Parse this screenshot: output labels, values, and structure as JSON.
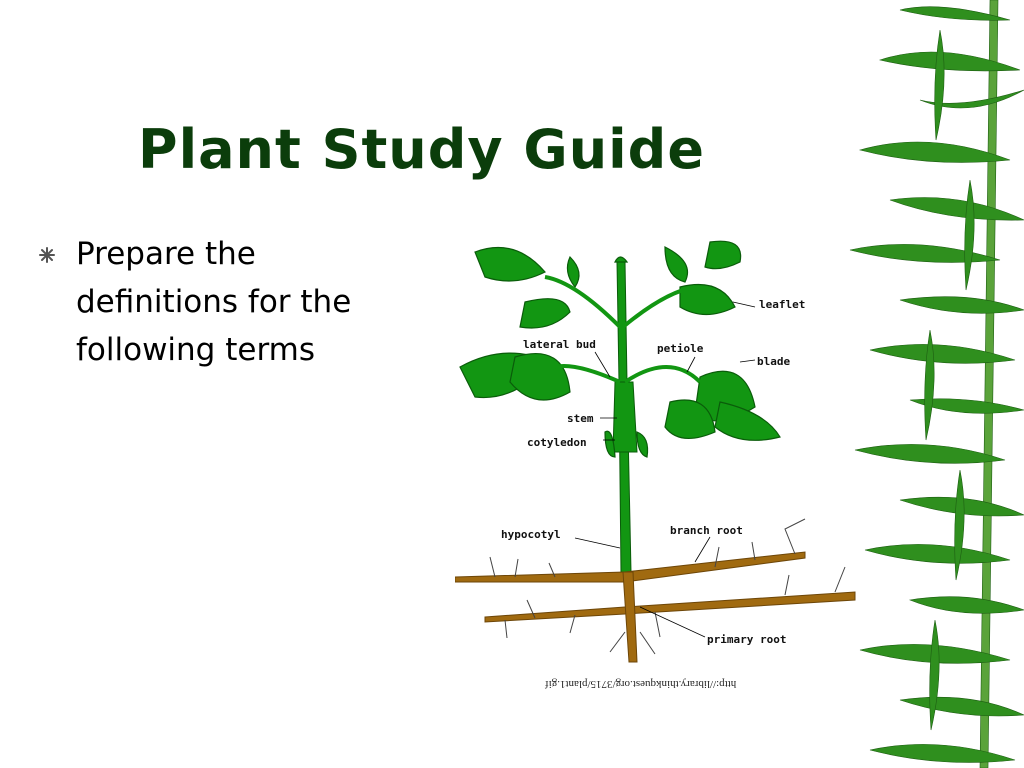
{
  "slide": {
    "title": "Plant Study Guide",
    "bullet": {
      "icon": "asterisk-bullet-icon",
      "text": "Prepare the definitions for the following terms"
    },
    "diagram": {
      "labels": {
        "leaflet": "leaflet",
        "lateral_bud": "lateral bud",
        "petiole": "petiole",
        "blade": "blade",
        "stem": "stem",
        "cotyledon": "cotyledon",
        "hypocotyl": "hypocotyl",
        "branch_root": "branch root",
        "primary_root": "primary root"
      },
      "credit": "http://library.thinkquest.org/3715/plant1.gif"
    },
    "decoration": "bamboo-leaves",
    "colors": {
      "title": "#0b3d0b",
      "leaf": "#129612",
      "root": "#a06a10",
      "bamboo": "#2e8b1f"
    }
  }
}
